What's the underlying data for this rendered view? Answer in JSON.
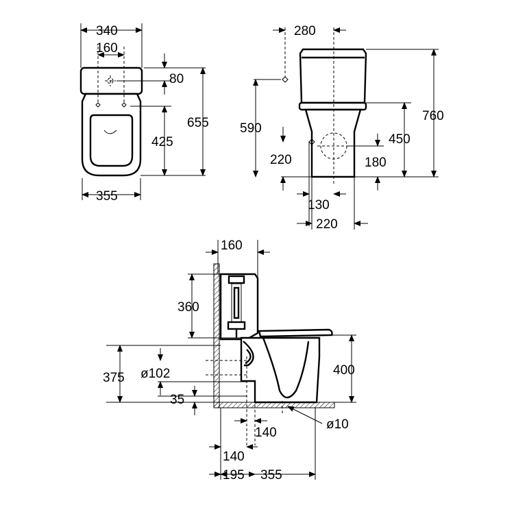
{
  "top_view": {
    "width_tank": "340",
    "fixing_spacing": "160",
    "fixing_offset": "80",
    "fixing_to_front": "425",
    "total_depth": "655",
    "width_bowl": "355"
  },
  "side_view": {
    "inlet_offset": "280",
    "inlet_height": "590",
    "total_height": "760",
    "bowl_height": "450",
    "outlet_side_height": "220",
    "outlet_center_height": "180",
    "outlet_offset_1": "130",
    "outlet_offset_2": "220"
  },
  "section_view": {
    "cistern_depth": "160",
    "cistern_height": "360",
    "outlet_height": "375",
    "outlet_diameter": "ø102",
    "seat_height": "400",
    "floor_gap": "35",
    "fixing_diameter": "ø10",
    "fixing_distance": "140",
    "outlet_distance": "140",
    "wall_to_outlet": "195",
    "bowl_projection": "355"
  }
}
